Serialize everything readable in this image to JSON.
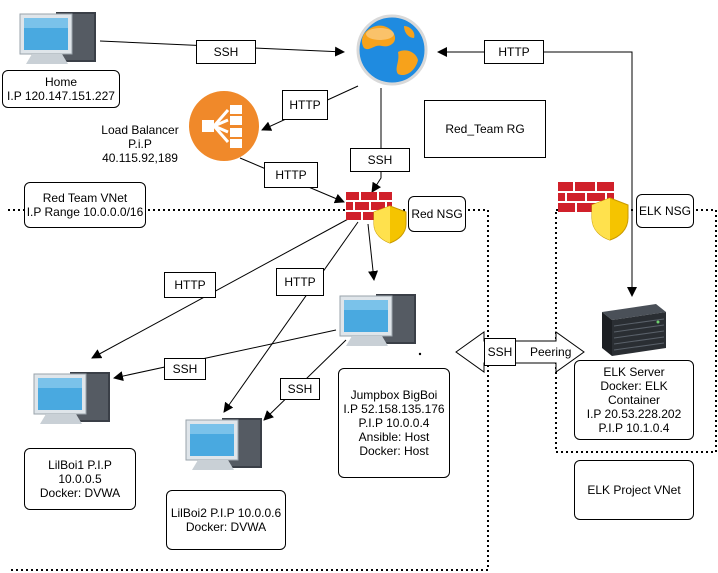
{
  "nodes": {
    "home": "Home\nI.P 120.147.151.227",
    "load_balancer": "Load Balancer\nP.i.P\n40.115.92,189",
    "red_team_rg": "Red_Team RG",
    "red_team_vnet": "Red Team VNet\nI.P Range 10.0.0.0/16",
    "red_nsg": "Red NSG",
    "elk_nsg": "ELK NSG",
    "elk_server": "ELK Server\nDocker: ELK\nContainer\nI.P 20.53.228.202\nP.I.P 10.1.0.4",
    "jumpbox": "Jumpbox BigBoi\nI.P 52.158.135.176\nP.I.P 10.0.0.4\nAnsible: Host\nDocker: Host",
    "lilboi1": "LilBoi1 P.I.P 10.0.0.5\nDocker: DVWA",
    "lilboi2": "LilBoi2 P.I.P 10.0.0.6\nDocker: DVWA",
    "elk_vnet": "ELK Project VNet"
  },
  "edge_labels": {
    "home_ssh": "SSH",
    "elk_http": "HTTP",
    "internet_lb_http": "HTTP",
    "internet_fw_ssh": "SSH",
    "lb_fw_http": "HTTP",
    "fw_lilboi1_http": "HTTP",
    "fw_lilboi2_http": "HTTP",
    "jump_lilboi1_ssh": "SSH",
    "jump_lilboi2_ssh": "SSH",
    "peering_ssh": "SSH",
    "peering": "Peering"
  },
  "colors": {
    "line": "#000000",
    "firewall": "#d0202a",
    "shield": "#f5c400",
    "globe_ocean": "#1f8be0",
    "globe_land": "#f7a21b",
    "lb_orange": "#f0892a",
    "server_dark": "#2a2e33",
    "monitor_screen": "#49a9e0"
  },
  "icons": {
    "internet": "globe-icon",
    "computer": "desktop-computer-icon",
    "load_balancer": "load-balancer-icon",
    "firewall": "firewall-icon",
    "server": "server-rack-icon"
  }
}
